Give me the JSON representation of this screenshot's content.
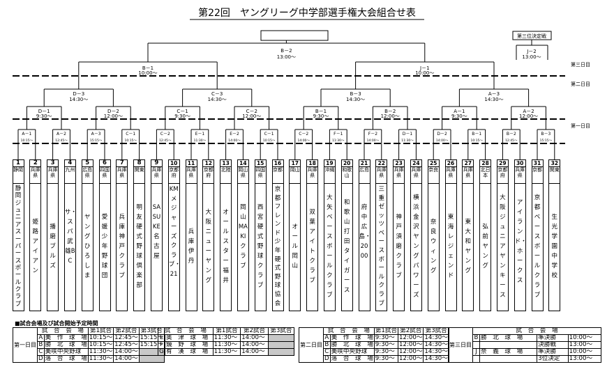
{
  "title": "第22回　ヤングリーグ中学部選手権大会組合せ表",
  "third_place_label": "第三位決定戦",
  "day_labels": [
    "第三日目",
    "第二日目",
    "第一日目"
  ],
  "match_labels": {
    "final": {
      "code": "B－2",
      "time": "13:00～"
    },
    "third": {
      "code": "J－2",
      "time": "13:00～"
    },
    "semis": [
      {
        "code": "B－1",
        "time": "10:00～"
      },
      {
        "code": "J－1",
        "time": "10:00～"
      }
    ],
    "qf": [
      {
        "code": "D－3",
        "time": "14:30～"
      },
      {
        "code": "C－3",
        "time": "14:30～"
      },
      {
        "code": "B－3",
        "time": "14:30～"
      },
      {
        "code": "A－3",
        "time": "14:30～"
      }
    ],
    "r16": [
      {
        "code": "D－1",
        "time": "9:30～"
      },
      {
        "code": "D－2",
        "time": "12:00～"
      },
      {
        "code": "C－1",
        "time": "9:30～"
      },
      {
        "code": "C－2",
        "time": "12:00～"
      },
      {
        "code": "B－1",
        "time": "9:30～"
      },
      {
        "code": "B－2",
        "time": "12:00～"
      },
      {
        "code": "A－1",
        "time": "9:30～"
      },
      {
        "code": "A－2",
        "time": "12:00～"
      }
    ],
    "r32": [
      {
        "code": "A－1",
        "time": "10:15～"
      },
      {
        "code": "A－2",
        "time": "12:45～"
      },
      {
        "code": "A－3",
        "time": "15:15～"
      },
      {
        "code": "C－1",
        "time": "10:15～"
      },
      {
        "code": "C－2",
        "time": "12:45～"
      },
      {
        "code": "E－1",
        "time": "11:30～"
      },
      {
        "code": "E－2",
        "time": "14:00～"
      },
      {
        "code": "C－1",
        "time": "10:15～"
      },
      {
        "code": "C－2",
        "time": "14:00～"
      },
      {
        "code": "F－1",
        "time": "11:30～"
      },
      {
        "code": "F－2",
        "time": "14:00～"
      },
      {
        "code": "D－1",
        "time": "11:30～"
      },
      {
        "code": "D－2",
        "time": "14:00～"
      },
      {
        "code": "B－1",
        "time": "10:15～"
      },
      {
        "code": "B－2",
        "time": "12:45～"
      },
      {
        "code": "B－3",
        "time": "15:15～"
      }
    ]
  },
  "teams": [
    {
      "num": "1",
      "region": "静岡",
      "name": "静岡ジュニアスーパースポールクラブ"
    },
    {
      "num": "2",
      "region": "兵庫県",
      "name": "姫路アイアン"
    },
    {
      "num": "3",
      "region": "兵庫県",
      "name": "播磨ブルズ"
    },
    {
      "num": "4",
      "region": "九州",
      "name": "サ・スパ武雄BC"
    },
    {
      "num": "5",
      "region": "広島県",
      "name": "ヤングひろしま"
    },
    {
      "num": "6",
      "region": "四国県",
      "name": "愛媛少年野球団"
    },
    {
      "num": "7",
      "region": "兵庫県",
      "name": "兵庫神戸クラブ"
    },
    {
      "num": "8",
      "region": "関東",
      "name": "明友硬式野球倶楽部"
    },
    {
      "num": "9",
      "region": "兵庫県",
      "name": "SASUKE名古屋"
    },
    {
      "num": "10",
      "region": "京都府",
      "name": "KMメジャーズクラブ・21"
    },
    {
      "num": "11",
      "region": "兵庫県",
      "name": "兵庫伊丹"
    },
    {
      "num": "12",
      "region": "京都府",
      "name": "大阪ニューヤング"
    },
    {
      "num": "13",
      "region": "北陸",
      "name": "オールスター福井"
    },
    {
      "num": "14",
      "region": "岡山県",
      "name": "岡山MAKIクラブ"
    },
    {
      "num": "15",
      "region": "四国県",
      "name": "西宮硬式野球クラブ"
    },
    {
      "num": "16",
      "region": "京都",
      "name": "京都フレンド少年硬式野球協会"
    },
    {
      "num": "17",
      "region": "岡山",
      "name": "オール岡山"
    },
    {
      "num": "18",
      "region": "兵庫県",
      "name": "双葉アイトクラブ"
    },
    {
      "num": "19",
      "region": "沖縄",
      "name": "大矢ベースボールクラブ"
    },
    {
      "num": "20",
      "region": "和歌山",
      "name": "和歌山打田タイガース"
    },
    {
      "num": "21",
      "region": "広島",
      "name": "府中広島・2000"
    },
    {
      "num": "22",
      "region": "兵庫県",
      "name": "三重ゼッツベースボールクラブ"
    },
    {
      "num": "23",
      "region": "兵庫県",
      "name": "神戸須磨クラブ"
    },
    {
      "num": "24",
      "region": "兵庫県",
      "name": "横浜金沢ヤングパワーズ"
    },
    {
      "num": "25",
      "region": "奈良",
      "name": "奈良ウィング"
    },
    {
      "num": "26",
      "region": "兵庫県",
      "name": "東海レジェンド"
    },
    {
      "num": "27",
      "region": "兵庫県",
      "name": "東大和ヤング"
    },
    {
      "num": "28",
      "region": "北日本",
      "name": "弘前ヤング"
    },
    {
      "num": "29",
      "region": "京都府",
      "name": "大阪ジュニアヤンキース"
    },
    {
      "num": "30",
      "region": "兵庫県",
      "name": "アイランド・ホークス"
    },
    {
      "num": "31",
      "region": "京都",
      "name": "京都ベースボールクラブ"
    },
    {
      "num": "32",
      "region": "関東",
      "name": "生光学園中学校"
    }
  ],
  "schedule": {
    "title": "■試合会場及び試合開始予定時間",
    "table1": {
      "day": "第一日目",
      "headers": [
        "試　合　会　場",
        "第1試合",
        "第2試合",
        "第3試合"
      ],
      "rows": [
        {
          "idx": "A",
          "venue": "美　作　球　場",
          "t": [
            "10:15～",
            "12:45～",
            "15:15～"
          ]
        },
        {
          "idx": "B",
          "venue": "勝　北　球　場",
          "t": [
            "10:15～",
            "12:45～",
            "15:15～"
          ]
        },
        {
          "idx": "C",
          "venue": "美咲中央野球",
          "t": [
            "11:30～",
            "14:00～",
            ""
          ]
        },
        {
          "idx": "D",
          "venue": "落　合　球　場",
          "t": [
            "11:30～",
            "14:00～",
            ""
          ]
        }
      ]
    },
    "table2": {
      "headers": [
        "試　合　会　場",
        "第1試合",
        "第2試合",
        "第3試合"
      ],
      "rows": [
        {
          "idx": "E",
          "venue": "奥　津　球　場",
          "t": [
            "11:30～",
            "14:00～",
            ""
          ]
        },
        {
          "idx": "F",
          "venue": "鏡　野　球　場",
          "t": [
            "11:30～",
            "14:00～",
            ""
          ]
        },
        {
          "idx": "G",
          "venue": "有　漢　球　場",
          "t": [
            "11:30～",
            "14:00～",
            ""
          ]
        }
      ]
    },
    "table3": {
      "day": "第二日目",
      "headers": [
        "試　合　会　場",
        "第1試合",
        "第2試合",
        "第3試合"
      ],
      "rows": [
        {
          "idx": "A",
          "venue": "美　作　球　場",
          "t": [
            "9:30～",
            "12:00～",
            "14:30～"
          ]
        },
        {
          "idx": "B",
          "venue": "勝　北　球　場",
          "t": [
            "9:30～",
            "12:00～",
            "14:30～"
          ]
        },
        {
          "idx": "C",
          "venue": "美咲中央野球",
          "t": [
            "9:30～",
            "12:00～",
            "14:30～"
          ]
        },
        {
          "idx": "D",
          "venue": "落　合　球　場",
          "t": [
            "9:30～",
            "12:00～",
            "14:30～"
          ]
        }
      ]
    },
    "table4": {
      "day": "第三日目",
      "headers": [
        "試　合　会　場"
      ],
      "rows": [
        {
          "idx": "B",
          "venue": "勝　北　球　場",
          "t": [
            "準決勝",
            "10:00～"
          ]
        },
        {
          "idx": "",
          "venue": "",
          "t": [
            "決勝戦",
            "13:00～"
          ]
        },
        {
          "idx": "J",
          "venue": "奈　義　球　場",
          "t": [
            "準決勝",
            "10:00～"
          ]
        },
        {
          "idx": "",
          "venue": "",
          "t": [
            "3位決定",
            "13:00～"
          ]
        }
      ]
    }
  }
}
